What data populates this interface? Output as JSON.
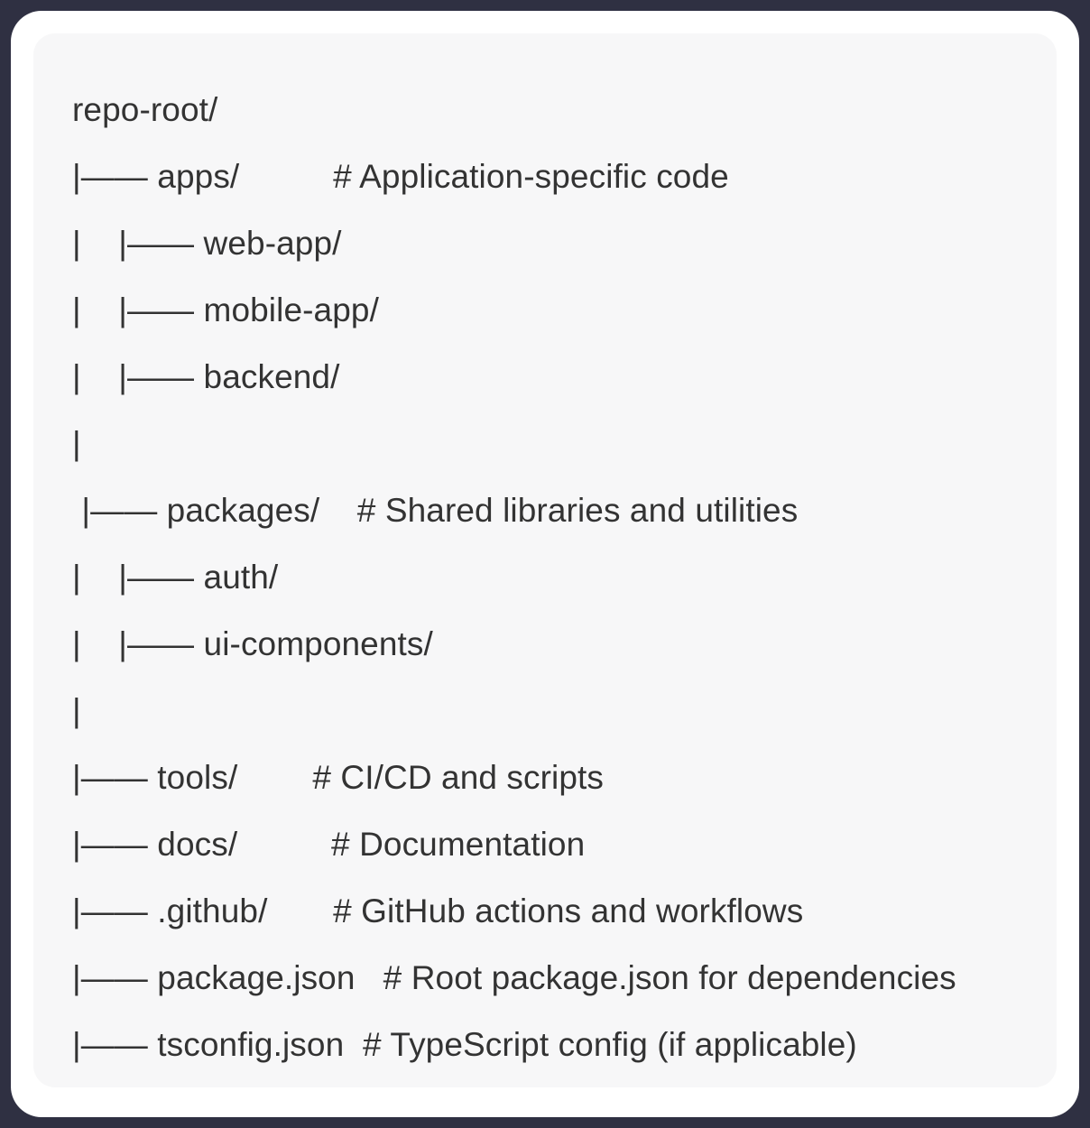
{
  "theme": {
    "page_background": "#2f3042",
    "card_background": "#ffffff",
    "panel_background": "#f7f7f8",
    "text_color": "#333333"
  },
  "code_block": {
    "language": "text",
    "title": "repo-root/",
    "lines": [
      "repo-root/",
      "|—— apps/          # Application-specific code",
      "|    |—— web-app/",
      "|    |—— mobile-app/",
      "|    |—— backend/",
      "|",
      " |—— packages/    # Shared libraries and utilities",
      "|    |—— auth/",
      "|    |—— ui-components/",
      "|",
      "|—— tools/        # CI/CD and scripts",
      "|—— docs/          # Documentation",
      "|—— .github/       # GitHub actions and workflows",
      "|—— package.json   # Root package.json for dependencies",
      "|—— tsconfig.json  # TypeScript config (if applicable)"
    ],
    "entries": [
      {
        "name": "repo-root/",
        "depth": 0,
        "type": "directory",
        "comment": ""
      },
      {
        "name": "apps/",
        "depth": 1,
        "type": "directory",
        "comment": "# Application-specific code"
      },
      {
        "name": "web-app/",
        "depth": 2,
        "type": "directory",
        "comment": ""
      },
      {
        "name": "mobile-app/",
        "depth": 2,
        "type": "directory",
        "comment": ""
      },
      {
        "name": "backend/",
        "depth": 2,
        "type": "directory",
        "comment": ""
      },
      {
        "name": "packages/",
        "depth": 1,
        "type": "directory",
        "comment": "# Shared libraries and utilities"
      },
      {
        "name": "auth/",
        "depth": 2,
        "type": "directory",
        "comment": ""
      },
      {
        "name": "ui-components/",
        "depth": 2,
        "type": "directory",
        "comment": ""
      },
      {
        "name": "tools/",
        "depth": 1,
        "type": "directory",
        "comment": "# CI/CD and scripts"
      },
      {
        "name": "docs/",
        "depth": 1,
        "type": "directory",
        "comment": "# Documentation"
      },
      {
        "name": ".github/",
        "depth": 1,
        "type": "directory",
        "comment": "# GitHub actions and workflows"
      },
      {
        "name": "package.json",
        "depth": 1,
        "type": "file",
        "comment": "# Root package.json for dependencies"
      },
      {
        "name": "tsconfig.json",
        "depth": 1,
        "type": "file",
        "comment": "# TypeScript config (if applicable)"
      }
    ]
  }
}
